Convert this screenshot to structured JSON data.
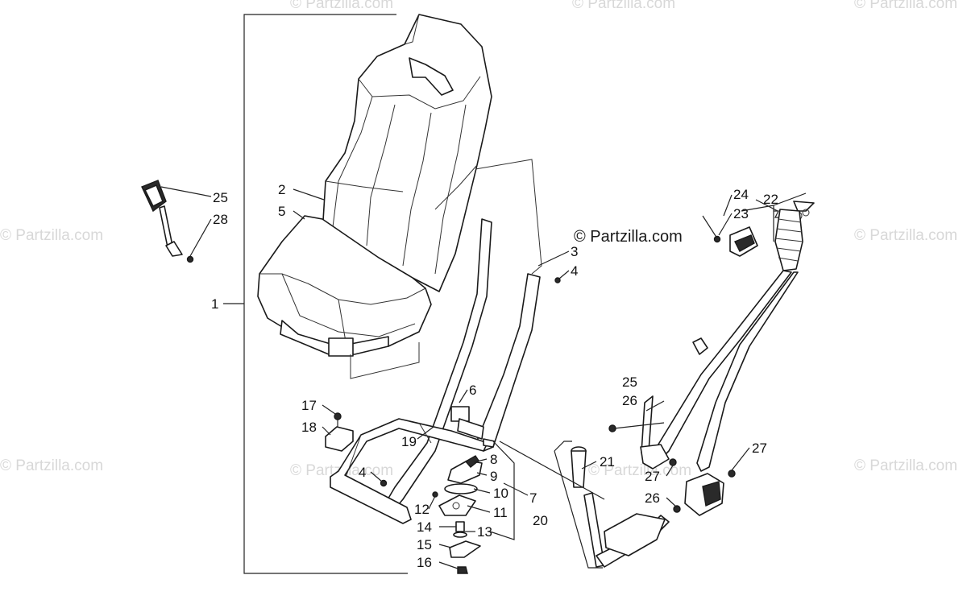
{
  "watermark": "© Partzilla.com",
  "credit": "© Partzilla.com",
  "callouts": [
    "25",
    "28",
    "2",
    "5",
    "1",
    "3",
    "4",
    "24",
    "22",
    "23",
    "6",
    "17",
    "18",
    "19",
    "4",
    "8",
    "9",
    "10",
    "11",
    "7",
    "12",
    "14",
    "13",
    "15",
    "16",
    "21",
    "20",
    "25",
    "26",
    "27",
    "27",
    "26"
  ]
}
